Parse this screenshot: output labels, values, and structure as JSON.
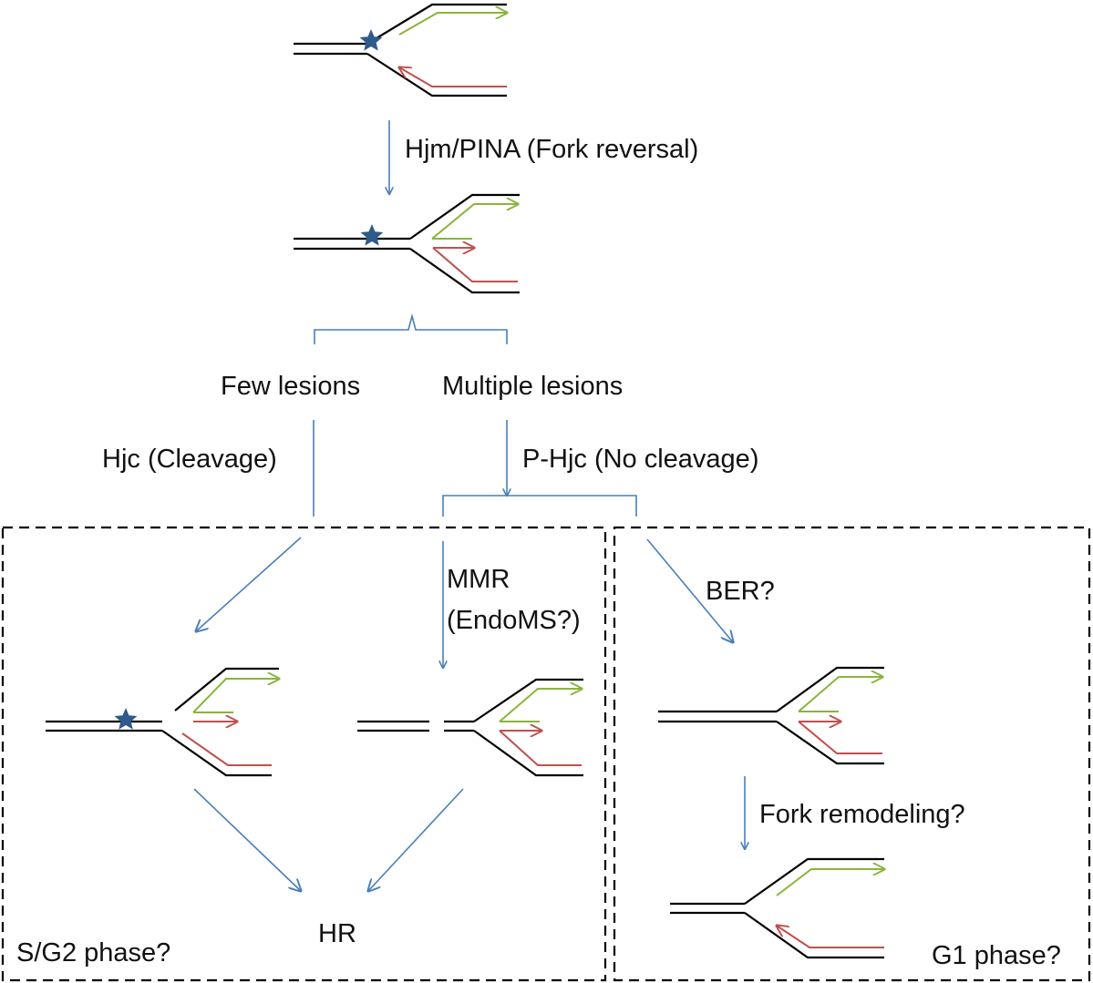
{
  "labels": {
    "fork_reversal": "Hjm/PINA (Fork reversal)",
    "few_lesions": "Few lesions",
    "multiple_lesions": "Multiple lesions",
    "hjc_cleavage": "Hjc (Cleavage)",
    "phjc_no_cleavage": "P-Hjc (No cleavage)",
    "mmr_line1": "MMR",
    "mmr_line2": "(EndoMS?)",
    "ber": "BER?",
    "fork_remodeling": "Fork remodeling?",
    "hr": "HR",
    "sg2_phase": "S/G2 phase?",
    "g1_phase": "G1 phase?"
  },
  "colors": {
    "dna_strand": "#000000",
    "leading_strand": "#8ab43c",
    "lagging_strand": "#c0504d",
    "flow_arrow": "#4a7ebb",
    "lesion_star": "#2f5a8c"
  }
}
